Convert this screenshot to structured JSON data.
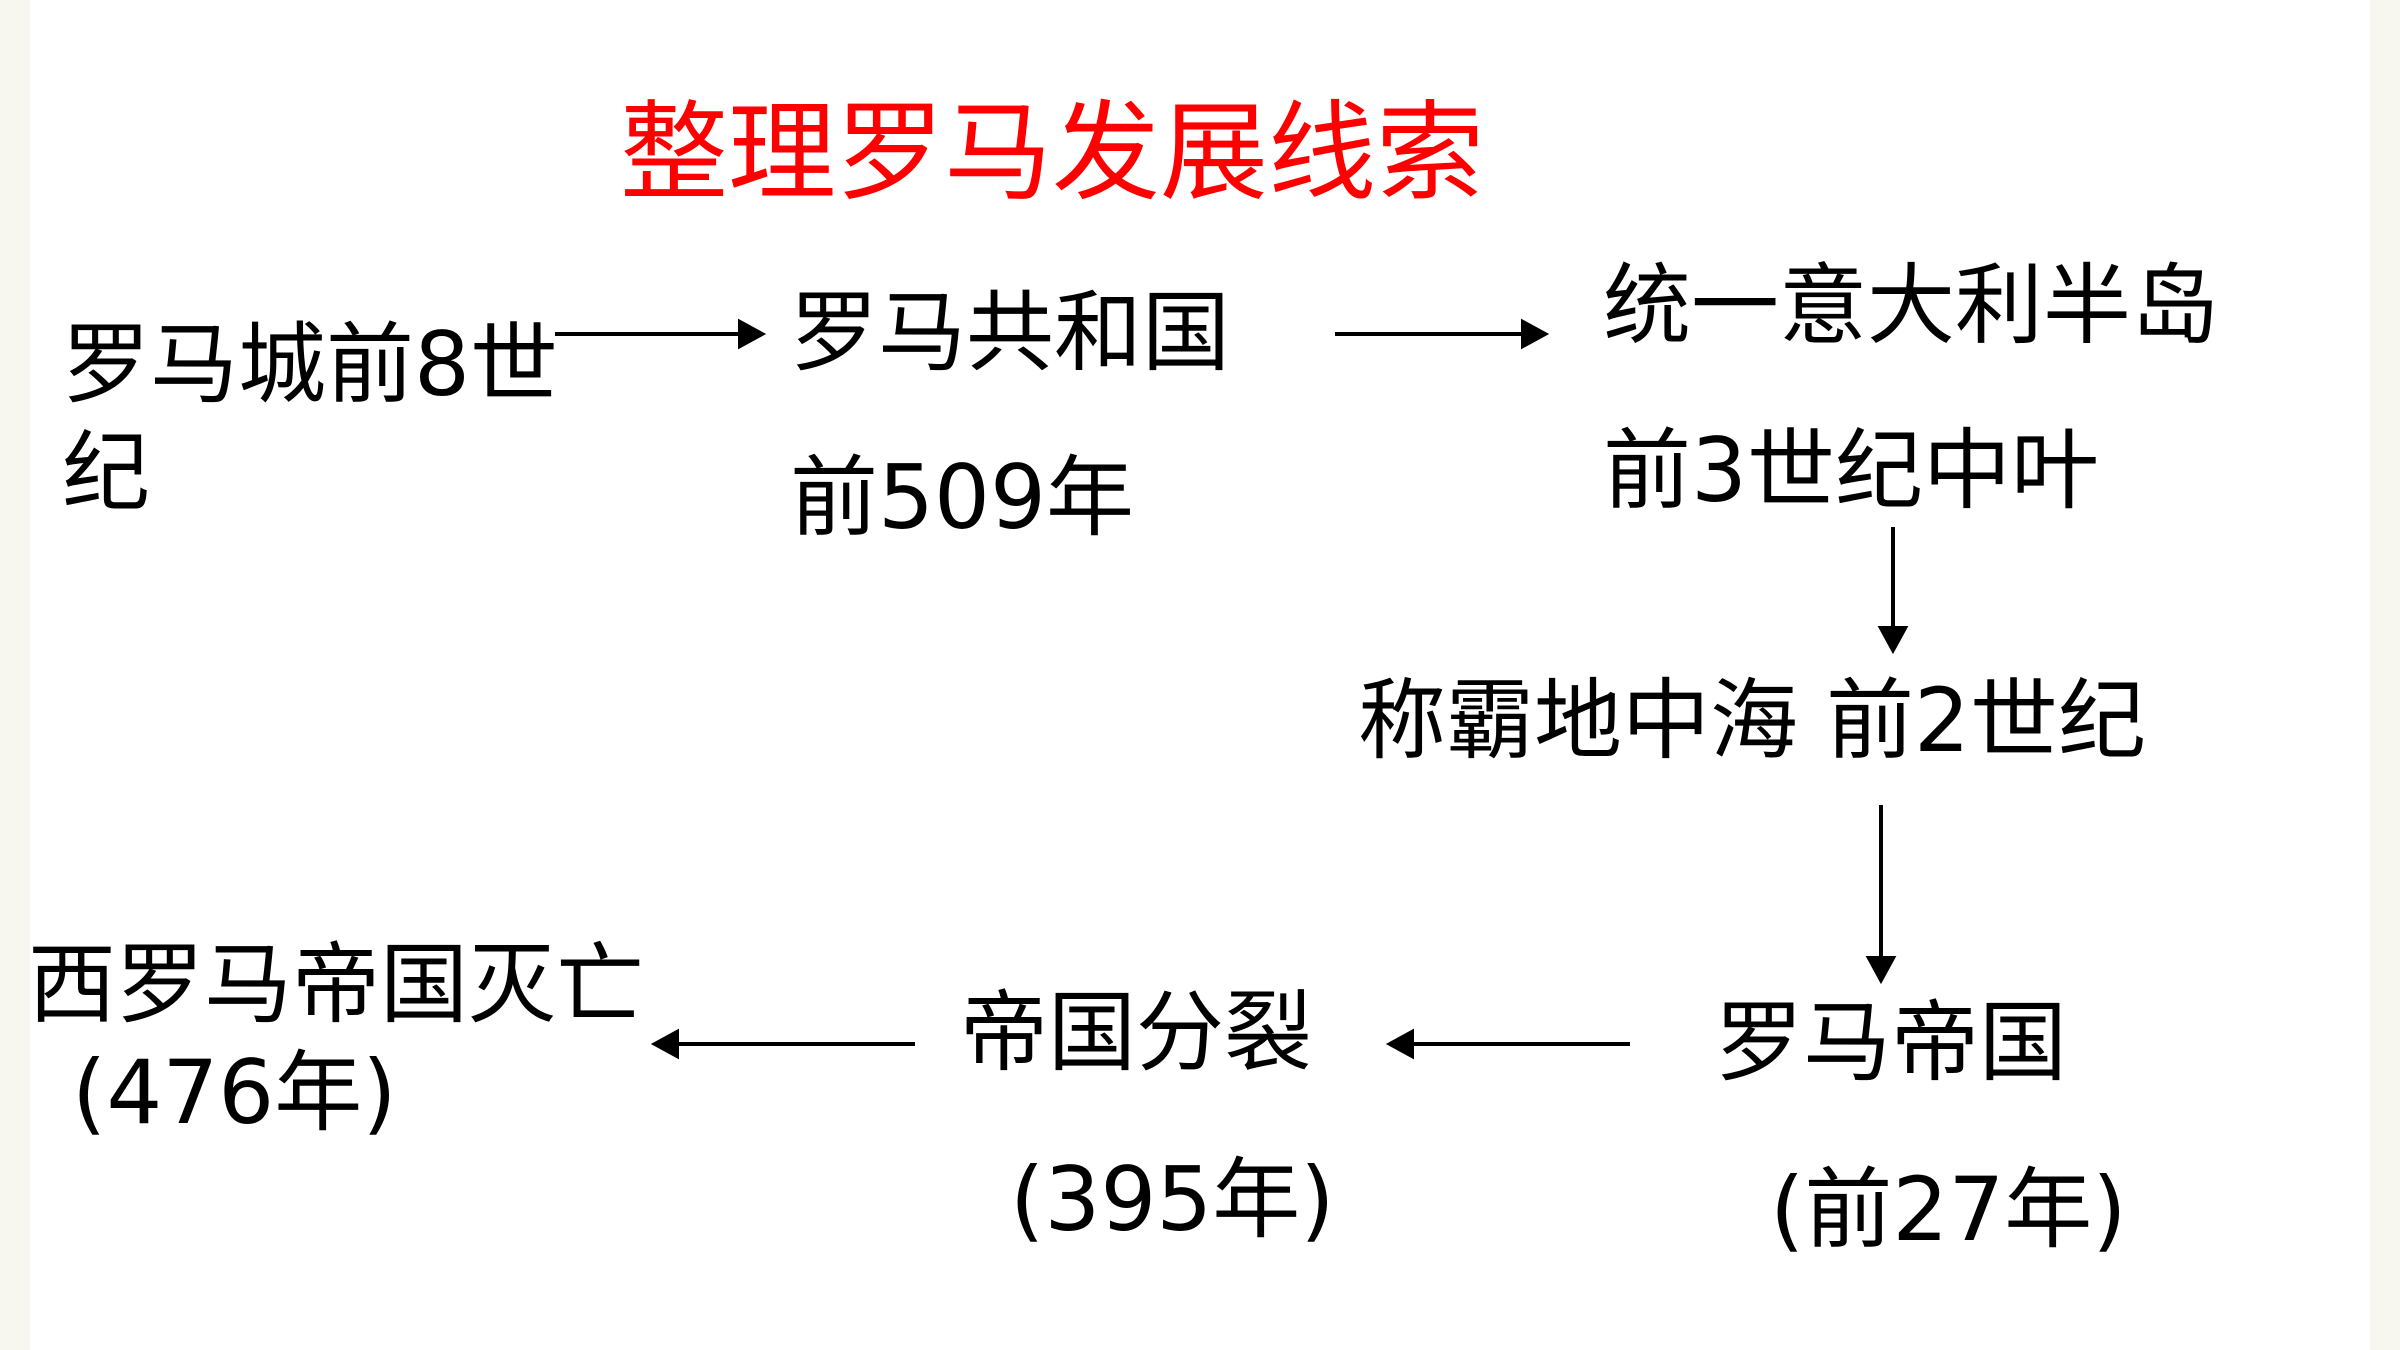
{
  "title": "整理罗马发展线索",
  "colors": {
    "title": "#ff0000",
    "text": "#000000",
    "background": "#ffffff"
  },
  "nodes": {
    "rome_city": {
      "label_line1": "罗马城前8世",
      "label_line2": "纪"
    },
    "republic": {
      "label": "罗马共和国",
      "date": "前509年"
    },
    "unify_italy": {
      "label": "统一意大利半岛",
      "date": "前3世纪中叶"
    },
    "mediterranean": {
      "label": "称霸地中海 前2世纪"
    },
    "empire": {
      "label": "罗马帝国",
      "date": "(前27年)"
    },
    "split": {
      "label": "帝国分裂",
      "date": "(395年)"
    },
    "western_fall": {
      "label": "西罗马帝国灭亡",
      "date": "(476年)"
    }
  }
}
